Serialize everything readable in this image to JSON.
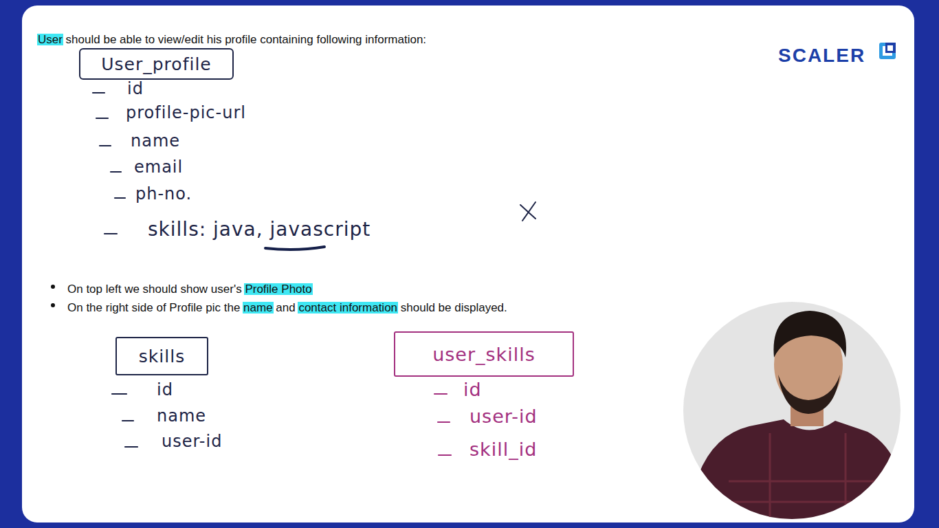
{
  "diagram": {
    "nodes": [
      {
        "text": [
          "User_profile"
        ]
      },
      {
        "text": [
          "skills"
        ]
      },
      {
        "text": [
          "user_skills"
        ]
      }
    ],
    "labels": [
      "User should be able to view/edit his profile containing following information:",
      "id",
      "profile-pic-url",
      "name",
      "email",
      "ph-no.",
      "skills: java, javascript",
      "On top left we should show user's Profile Photo",
      "On the right side of Profile pic the name and contact information should be displayed.",
      "id",
      "name",
      "user-id",
      "id",
      "user-id",
      "skill_id",
      "SCALER"
    ]
  }
}
